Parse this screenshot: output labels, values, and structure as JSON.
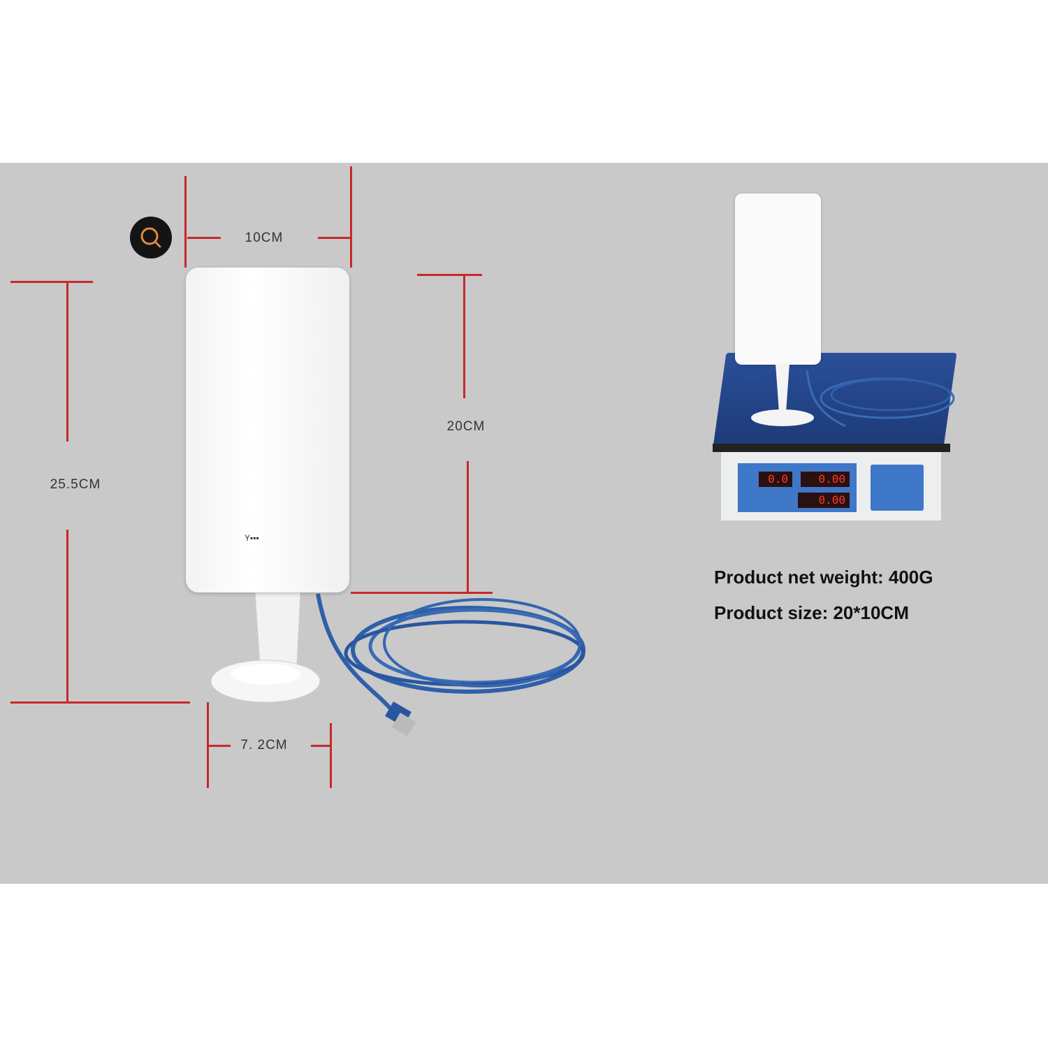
{
  "dimensions": {
    "width": "10CM",
    "total_height": "25.5CM",
    "panel_height": "20CM",
    "base_width": "7. 2CM"
  },
  "product_info": {
    "weight": "Product net weight: 400G",
    "size": "Product size: 20*10CM"
  },
  "scale_display": {
    "weight": "0.0",
    "price": "0.00",
    "total": "0.00"
  },
  "icons": {
    "zoom": "magnifier-icon"
  },
  "colors": {
    "dimension_lines": "#c8282a",
    "panel": "#c9c9c9",
    "cable": "#2f5fa8",
    "zoom_icon": "#e08a3c"
  }
}
